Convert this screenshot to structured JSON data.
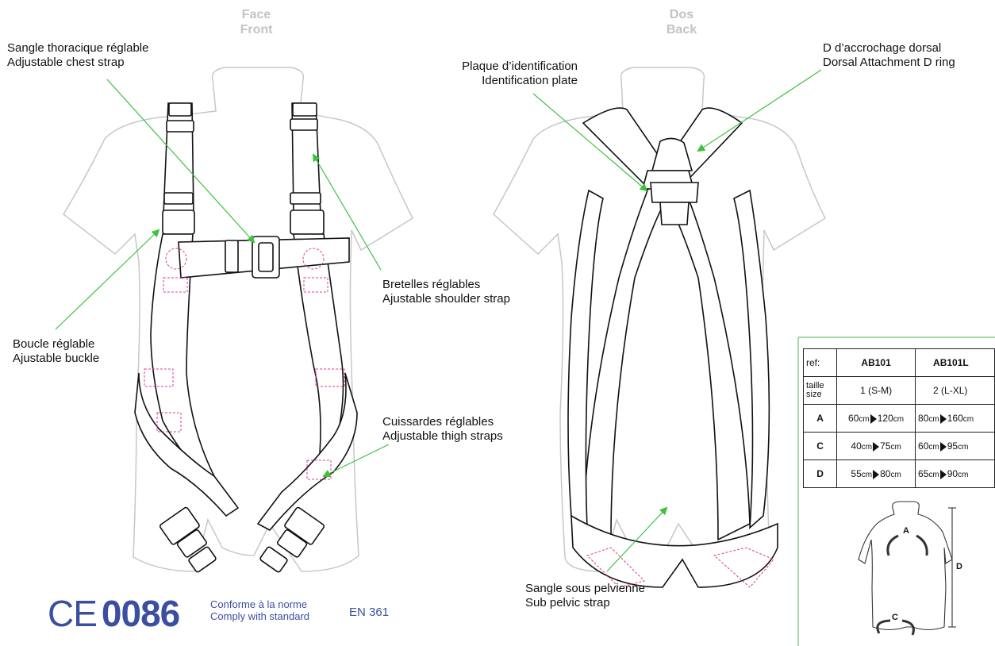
{
  "headers": {
    "front_fr": "Face",
    "front_en": "Front",
    "back_fr": "Dos",
    "back_en": "Back"
  },
  "labels": {
    "chest_fr": "Sangle thoracique réglable",
    "chest_en": "Adjustable chest strap",
    "plate_fr": "Plaque d’identification",
    "plate_en": "Identification plate",
    "dring_fr": "D d’accrochage dorsal",
    "dring_en": "Dorsal Attachment D ring",
    "shoulder_fr": "Bretelles réglables",
    "shoulder_en": "Ajustable shoulder strap",
    "buckle_fr": "Boucle réglable",
    "buckle_en": "Ajustable buckle",
    "thigh_fr": "Cuissardes réglables",
    "thigh_en": "Adjustable thigh straps",
    "pelvic_fr": "Sangle sous pelvienne",
    "pelvic_en": "Sub pelvic strap"
  },
  "cert": {
    "ce": "CE",
    "number": "0086",
    "conform_fr": "Conforme à la norme",
    "conform_en": "Comply with standard",
    "standard": "EN 361"
  },
  "table": {
    "ref_label": "ref:",
    "size_label_fr": "taille",
    "size_label_en": "size",
    "models": [
      "AB101",
      "AB101L"
    ],
    "sizes": [
      "1 (S-M)",
      "2 (L-XL)"
    ],
    "rows": [
      {
        "key": "A",
        "v1_min": "60",
        "v1_max": "120",
        "v2_min": "80",
        "v2_max": "160"
      },
      {
        "key": "C",
        "v1_min": "40",
        "v1_max": "75",
        "v2_min": "60",
        "v2_max": "95"
      },
      {
        "key": "D",
        "v1_min": "55",
        "v1_max": "80",
        "v2_min": "65",
        "v2_max": "90"
      }
    ],
    "unit": "cm"
  },
  "size_figure": {
    "a": "A",
    "c": "C",
    "d": "D"
  },
  "colors": {
    "leader": "#3cc23c",
    "stitch": "#e0399a",
    "body": "#c7c7c7",
    "blue": "#3b4fa0",
    "border": "#6cc06c"
  }
}
